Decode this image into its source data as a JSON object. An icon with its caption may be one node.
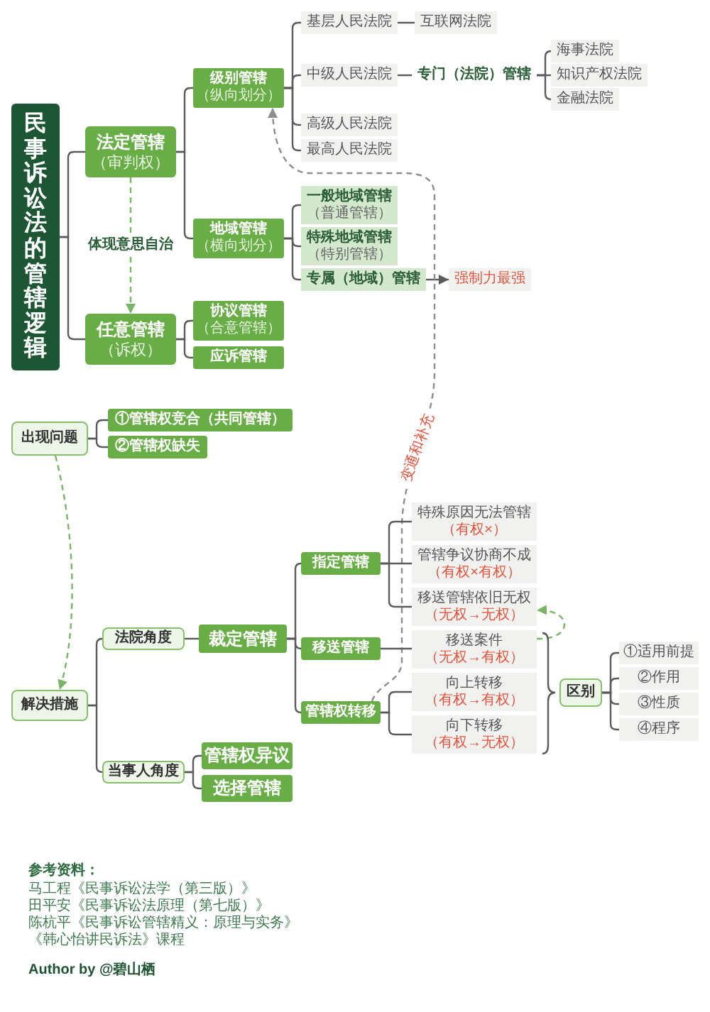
{
  "diagram": {
    "nodes": [
      {
        "text": [
          "民事诉讼法的管辖逻辑"
        ]
      },
      {
        "text": [
          "法定管辖",
          "（审判权）"
        ]
      },
      {
        "text": [
          "级别管辖",
          "（纵向划分）"
        ]
      },
      {
        "text": [
          "基层人民法院"
        ]
      },
      {
        "text": [
          "互联网法院"
        ]
      },
      {
        "text": [
          "中级人民法院"
        ]
      },
      {
        "text": [
          "专门（法院）管辖"
        ]
      },
      {
        "text": [
          "海事法院"
        ]
      },
      {
        "text": [
          "知识产权法院"
        ]
      },
      {
        "text": [
          "金融法院"
        ]
      },
      {
        "text": [
          "高级人民法院"
        ]
      },
      {
        "text": [
          "最高人民法院"
        ]
      },
      {
        "text": [
          "地域管辖",
          "（横向划分）"
        ]
      },
      {
        "text": [
          "一般地域管辖",
          "（普通管辖）"
        ]
      },
      {
        "text": [
          "特殊地域管辖",
          "（特别管辖）"
        ]
      },
      {
        "text": [
          "专属（地域）管辖"
        ]
      },
      {
        "text": [
          "强制力最强"
        ]
      },
      {
        "text": [
          "任意管辖",
          "（诉权）"
        ]
      },
      {
        "text": [
          "协议管辖",
          "（合意管辖）"
        ]
      },
      {
        "text": [
          "应诉管辖"
        ]
      },
      {
        "text": [
          "出现问题"
        ]
      },
      {
        "text": [
          "①管辖权竞合（共同管辖）"
        ]
      },
      {
        "text": [
          "②管辖权缺失"
        ]
      },
      {
        "text": [
          "解决措施"
        ]
      },
      {
        "text": [
          "法院角度"
        ]
      },
      {
        "text": [
          "裁定管辖"
        ]
      },
      {
        "text": [
          "指定管辖"
        ]
      },
      {
        "text": [
          "特殊原因无法管辖",
          "（有权×）"
        ]
      },
      {
        "text": [
          "管辖争议协商不成",
          "（有权×有权）"
        ]
      },
      {
        "text": [
          "移送管辖依旧无权",
          "（无权→无权）"
        ]
      },
      {
        "text": [
          "移送管辖"
        ]
      },
      {
        "text": [
          "移送案件",
          "（无权→有权）"
        ]
      },
      {
        "text": [
          "管辖权转移"
        ]
      },
      {
        "text": [
          "向上转移",
          "（有权→有权）"
        ]
      },
      {
        "text": [
          "向下转移",
          "（有权→无权）"
        ]
      },
      {
        "text": [
          "区别"
        ]
      },
      {
        "text": [
          "①适用前提"
        ]
      },
      {
        "text": [
          "②作用"
        ]
      },
      {
        "text": [
          "③性质"
        ]
      },
      {
        "text": [
          "④程序"
        ]
      },
      {
        "text": [
          "当事人角度"
        ]
      },
      {
        "text": [
          "管辖权异议"
        ]
      },
      {
        "text": [
          "选择管辖"
        ]
      }
    ],
    "edges": [
      {
        "from": 0,
        "to": 1,
        "arrow": "none"
      },
      {
        "from": 0,
        "to": 17,
        "arrow": "none"
      },
      {
        "from": 1,
        "to": 2,
        "arrow": "none"
      },
      {
        "from": 1,
        "to": 12,
        "arrow": "none"
      },
      {
        "from": 2,
        "to": 3,
        "arrow": "none"
      },
      {
        "from": 2,
        "to": 5,
        "arrow": "none"
      },
      {
        "from": 2,
        "to": 10,
        "arrow": "none"
      },
      {
        "from": 2,
        "to": 11,
        "arrow": "none"
      },
      {
        "from": 3,
        "to": 4,
        "arrow": "none"
      },
      {
        "from": 5,
        "to": 6,
        "arrow": "none"
      },
      {
        "from": 6,
        "to": 7,
        "arrow": "none"
      },
      {
        "from": 6,
        "to": 8,
        "arrow": "none"
      },
      {
        "from": 6,
        "to": 9,
        "arrow": "none"
      },
      {
        "from": 12,
        "to": 13,
        "arrow": "none"
      },
      {
        "from": 12,
        "to": 14,
        "arrow": "none"
      },
      {
        "from": 12,
        "to": 15,
        "arrow": "none"
      },
      {
        "from": 15,
        "to": 16,
        "arrow": "to"
      },
      {
        "from": 1,
        "to": 17,
        "arrow": "to",
        "label": "体现意思自治",
        "style": "dashed",
        "color": "#7ab565"
      },
      {
        "from": 17,
        "to": 18,
        "arrow": "none"
      },
      {
        "from": 17,
        "to": 19,
        "arrow": "none"
      },
      {
        "from": 32,
        "to": 2,
        "arrow": "to",
        "label": "变通和补充",
        "style": "dashed",
        "color": "#8d8d8d"
      },
      {
        "from": 20,
        "to": 21,
        "arrow": "none"
      },
      {
        "from": 20,
        "to": 22,
        "arrow": "none"
      },
      {
        "from": 20,
        "to": 23,
        "arrow": "to",
        "style": "dashed",
        "color": "#7ab565"
      },
      {
        "from": 23,
        "to": 24,
        "arrow": "none"
      },
      {
        "from": 23,
        "to": 40,
        "arrow": "none"
      },
      {
        "from": 24,
        "to": 25,
        "arrow": "none"
      },
      {
        "from": 25,
        "to": 26,
        "arrow": "none"
      },
      {
        "from": 25,
        "to": 30,
        "arrow": "none"
      },
      {
        "from": 25,
        "to": 32,
        "arrow": "none"
      },
      {
        "from": 26,
        "to": 27,
        "arrow": "none"
      },
      {
        "from": 26,
        "to": 28,
        "arrow": "none"
      },
      {
        "from": 26,
        "to": 29,
        "arrow": "none"
      },
      {
        "from": 30,
        "to": 31,
        "arrow": "none"
      },
      {
        "from": 31,
        "to": 29,
        "arrow": "to",
        "style": "dashed",
        "color": "#7ab565"
      },
      {
        "from": 32,
        "to": 33,
        "arrow": "none"
      },
      {
        "from": 32,
        "to": 34,
        "arrow": "none"
      },
      {
        "from": 35,
        "to": 36,
        "arrow": "none"
      },
      {
        "from": 35,
        "to": 37,
        "arrow": "none"
      },
      {
        "from": 35,
        "to": 38,
        "arrow": "none"
      },
      {
        "from": 35,
        "to": 39,
        "arrow": "none"
      },
      {
        "from": 40,
        "to": 41,
        "arrow": "none"
      },
      {
        "from": 40,
        "to": 42,
        "arrow": "none"
      }
    ],
    "labels": [
      "参考资料：",
      "马工程《民事诉讼法学（第三版）》",
      "田平安《民事诉讼法原理（第七版）》",
      "陈杭平《民事诉讼管辖精义：原理与实务》",
      "《韩心怡讲民诉法》课程",
      "Author by @碧山栖"
    ]
  }
}
